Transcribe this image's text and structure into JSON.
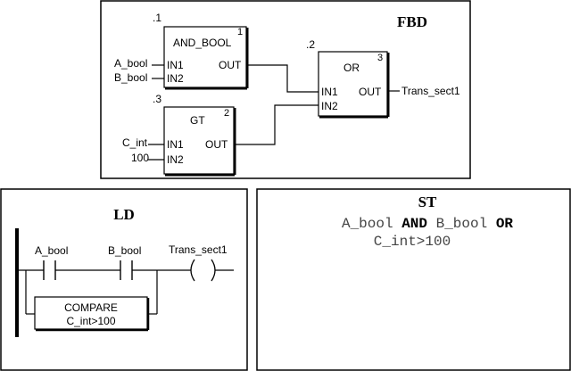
{
  "fbd": {
    "title": "FBD",
    "and_block": {
      "index": ".1",
      "name": "AND_BOOL",
      "number": "1",
      "in1": "IN1",
      "in2": "IN2",
      "out": "OUT",
      "var1": "A_bool",
      "var2": "B_bool"
    },
    "gt_block": {
      "index": ".3",
      "name": "GT",
      "number": "2",
      "in1": "IN1",
      "in2": "IN2",
      "out": "OUT",
      "var1": "C_int",
      "var2": "100"
    },
    "or_block": {
      "index": ".2",
      "name": "OR",
      "number": "3",
      "in1": "IN1",
      "in2": "IN2",
      "out": "OUT",
      "output_var": "Trans_sect1"
    }
  },
  "ld": {
    "title": "LD",
    "contact1": "A_bool",
    "contact2": "B_bool",
    "coil": "Trans_sect1",
    "compare_title": "COMPARE",
    "compare_expr": "C_int>100"
  },
  "st": {
    "title": "ST",
    "line1_a": "A_bool ",
    "line1_kw1": "AND",
    "line1_b": " B_bool ",
    "line1_kw2": "OR",
    "line2": "C_int>100"
  }
}
